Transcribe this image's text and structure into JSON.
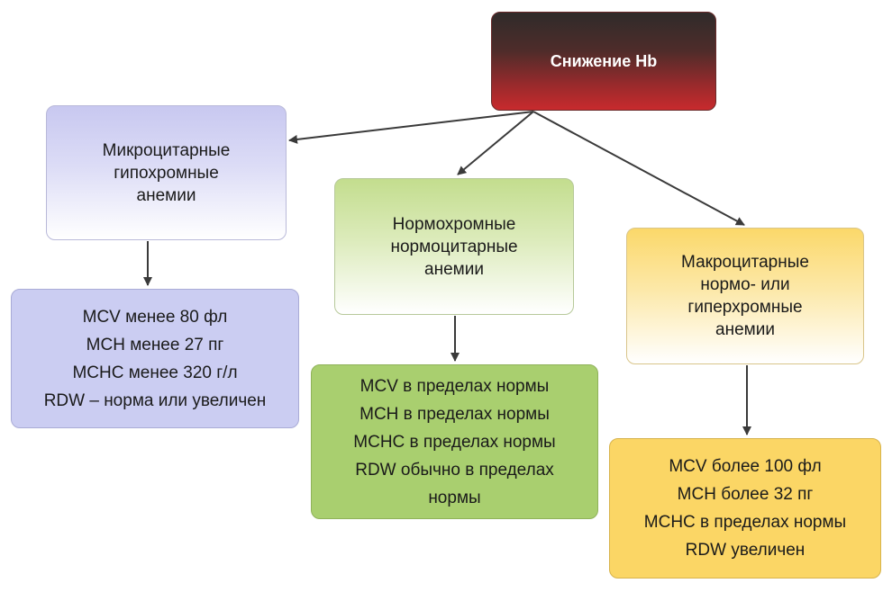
{
  "root": {
    "label": "Снижение Hb"
  },
  "branches": {
    "micro": {
      "title": [
        "Микроцитарные",
        "гипохромные",
        "анемии"
      ],
      "details": [
        "MCV менее 80 фл",
        "MCH менее 27 пг",
        "MCHC менее 320 г/л",
        "RDW – норма или увеличен"
      ]
    },
    "normo": {
      "title": [
        "Нормохромные",
        "нормоцитарные",
        "анемии"
      ],
      "details": [
        "MCV в пределах нормы",
        "MCH в пределах нормы",
        "MCHC в пределах нормы",
        "RDW обычно в пределах",
        "нормы"
      ]
    },
    "macro": {
      "title": [
        "Макроцитарные",
        "нормо- или",
        "гиперхромные",
        "анемии"
      ],
      "details": [
        "MCV более 100 фл",
        "MCH более 32 пг",
        "MCHC в пределах нормы",
        "RDW увеличен"
      ]
    }
  },
  "colors": {
    "arrow": "#3a3a3a",
    "root_top": "#2f2b2a",
    "root_bottom": "#c82a2d",
    "micro": "#cbcdf2",
    "normo": "#a9cf6f",
    "macro": "#fbd665"
  }
}
